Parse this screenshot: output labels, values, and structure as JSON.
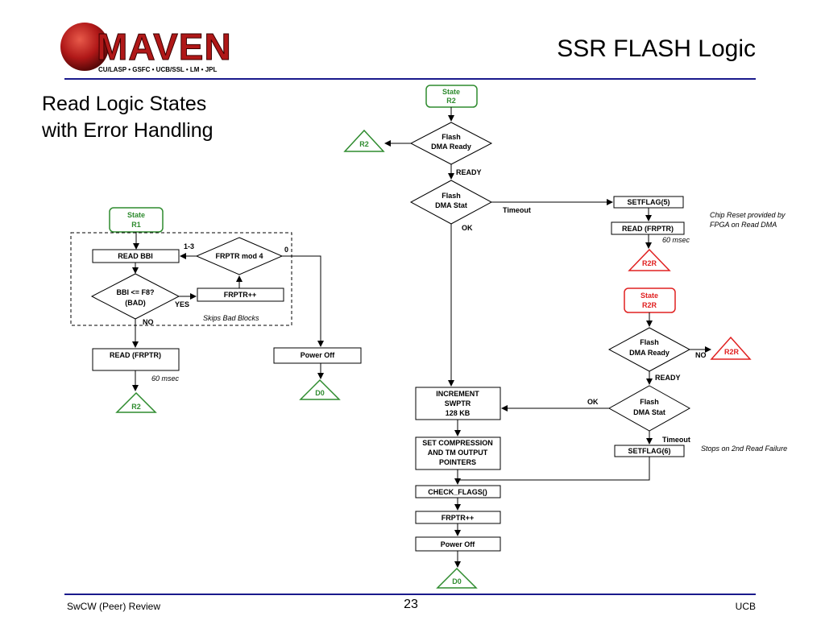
{
  "header": {
    "logo_text": "MAVEN",
    "logo_subtitle": "CU/LASP • GSFC • UCB/SSL • LM • JPL",
    "title": "SSR FLASH Logic"
  },
  "subtitle": {
    "line1": "Read Logic States",
    "line2": "with Error Handling"
  },
  "colors": {
    "rule": "#1a1a8c",
    "green": "#2e8b2e",
    "red": "#e02020",
    "logo_red": "#b01818"
  },
  "left_flow": {
    "state_r1_line1": "State",
    "state_r1_line2": "R1",
    "read_bbi": "READ BBI",
    "frptr_mod4": "FRPTR mod 4",
    "label_1_3": "1-3",
    "label_0": "0",
    "bbi_line1": "BBI <= F8?",
    "bbi_line2": "(BAD)",
    "yes_label": "YES",
    "no_label": "NO",
    "frptr_inc": "FRPTR++",
    "skips_note": "Skips Bad Blocks",
    "read_frptr": "READ (FRPTR)",
    "delay_note": "60 msec",
    "r2_terminal": "R2",
    "power_off": "Power Off",
    "d0_terminal": "D0"
  },
  "right_flow": {
    "state_r2_line1": "State",
    "state_r2_line2": "R2",
    "r2_terminal": "R2",
    "dma_ready_line1": "Flash",
    "dma_ready_line2": "DMA Ready",
    "ready_label": "READY",
    "dma_stat_line1": "Flash",
    "dma_stat_line2": "DMA Stat",
    "timeout_label": "Timeout",
    "ok_label": "OK",
    "setflag5": "SETFLAG(5)",
    "read_frptr": "READ (FRPTR)",
    "delay_note": "60 msec",
    "chip_reset_line1": "Chip Reset provided by",
    "chip_reset_line2": "FPGA on Read DMA",
    "r2r_terminal": "R2R",
    "state_r2r_line1": "State",
    "state_r2r_line2": "R2R",
    "dma_ready2_line1": "Flash",
    "dma_ready2_line2": "DMA Ready",
    "no_label": "NO",
    "r2r_terminal2": "R2R",
    "ready2_label": "READY",
    "dma_stat2_line1": "Flash",
    "dma_stat2_line2": "DMA Stat",
    "ok2_label": "OK",
    "timeout2_label": "Timeout",
    "setflag6": "SETFLAG(6)",
    "stops_note": "Stops on 2nd Read Failure",
    "increment_line1": "INCREMENT",
    "increment_line2": "SWPTR",
    "increment_line3": "128 KB",
    "setcomp_line1": "SET COMPRESSION",
    "setcomp_line2": "AND TM OUTPUT",
    "setcomp_line3": "POINTERS",
    "check_flags": "CHECK_FLAGS()",
    "frptr_inc": "FRPTR++",
    "power_off": "Power Off",
    "d0_terminal": "D0"
  },
  "footer": {
    "left": "SwCW (Peer) Review",
    "page": "23",
    "right": "UCB"
  }
}
